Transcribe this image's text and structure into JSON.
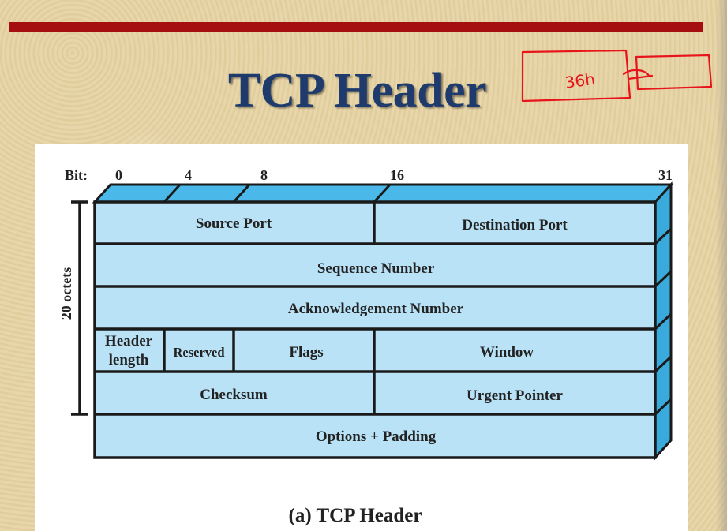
{
  "slide": {
    "title": "TCP Header"
  },
  "annotation": {
    "handwritten_note": "36h"
  },
  "diagram": {
    "bit_label": "Bit:",
    "bit_ticks": [
      "0",
      "4",
      "8",
      "16",
      "31"
    ],
    "side_label": "20 octets",
    "caption": "(a) TCP Header",
    "fields": {
      "source_port": "Source Port",
      "destination_port": "Destination Port",
      "sequence_number": "Sequence Number",
      "acknowledgement_number": "Acknowledgement Number",
      "header_length_line1": "Header",
      "header_length_line2": "length",
      "reserved": "Reserved",
      "flags": "Flags",
      "window": "Window",
      "checksum": "Checksum",
      "urgent_pointer": "Urgent Pointer",
      "options_padding": "Options + Padding"
    },
    "colors": {
      "cell_fill": "#b9e2f6",
      "top_face": "#4ab8e8",
      "side_face": "#3aa9dc",
      "outline": "#1a1a1a",
      "title": "#1f3b6d",
      "top_bar": "#a50f10",
      "annotation_ink": "#e8141b"
    }
  }
}
